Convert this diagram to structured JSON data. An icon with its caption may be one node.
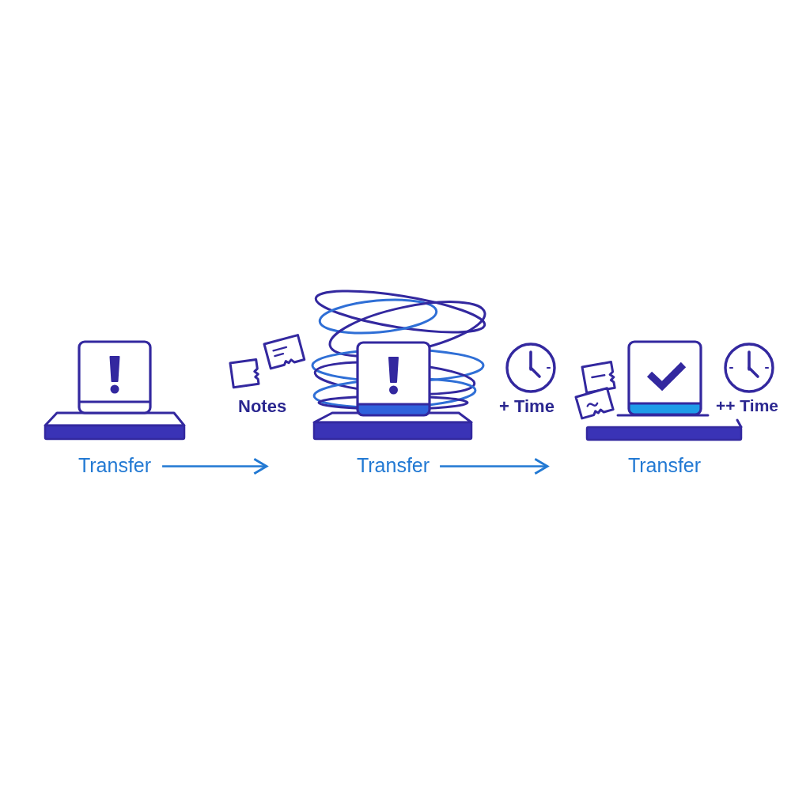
{
  "diagram": {
    "nodes": [
      {
        "text": [
          "Transfer"
        ]
      },
      {
        "text": [
          "Transfer"
        ]
      },
      {
        "text": [
          "Transfer"
        ]
      }
    ],
    "edges": [
      {
        "from": 0,
        "to": 1,
        "arrow": "to"
      },
      {
        "from": 1,
        "to": 2,
        "arrow": "to"
      }
    ],
    "labels": [
      "Notes",
      "+ Time",
      "++ Time"
    ]
  }
}
